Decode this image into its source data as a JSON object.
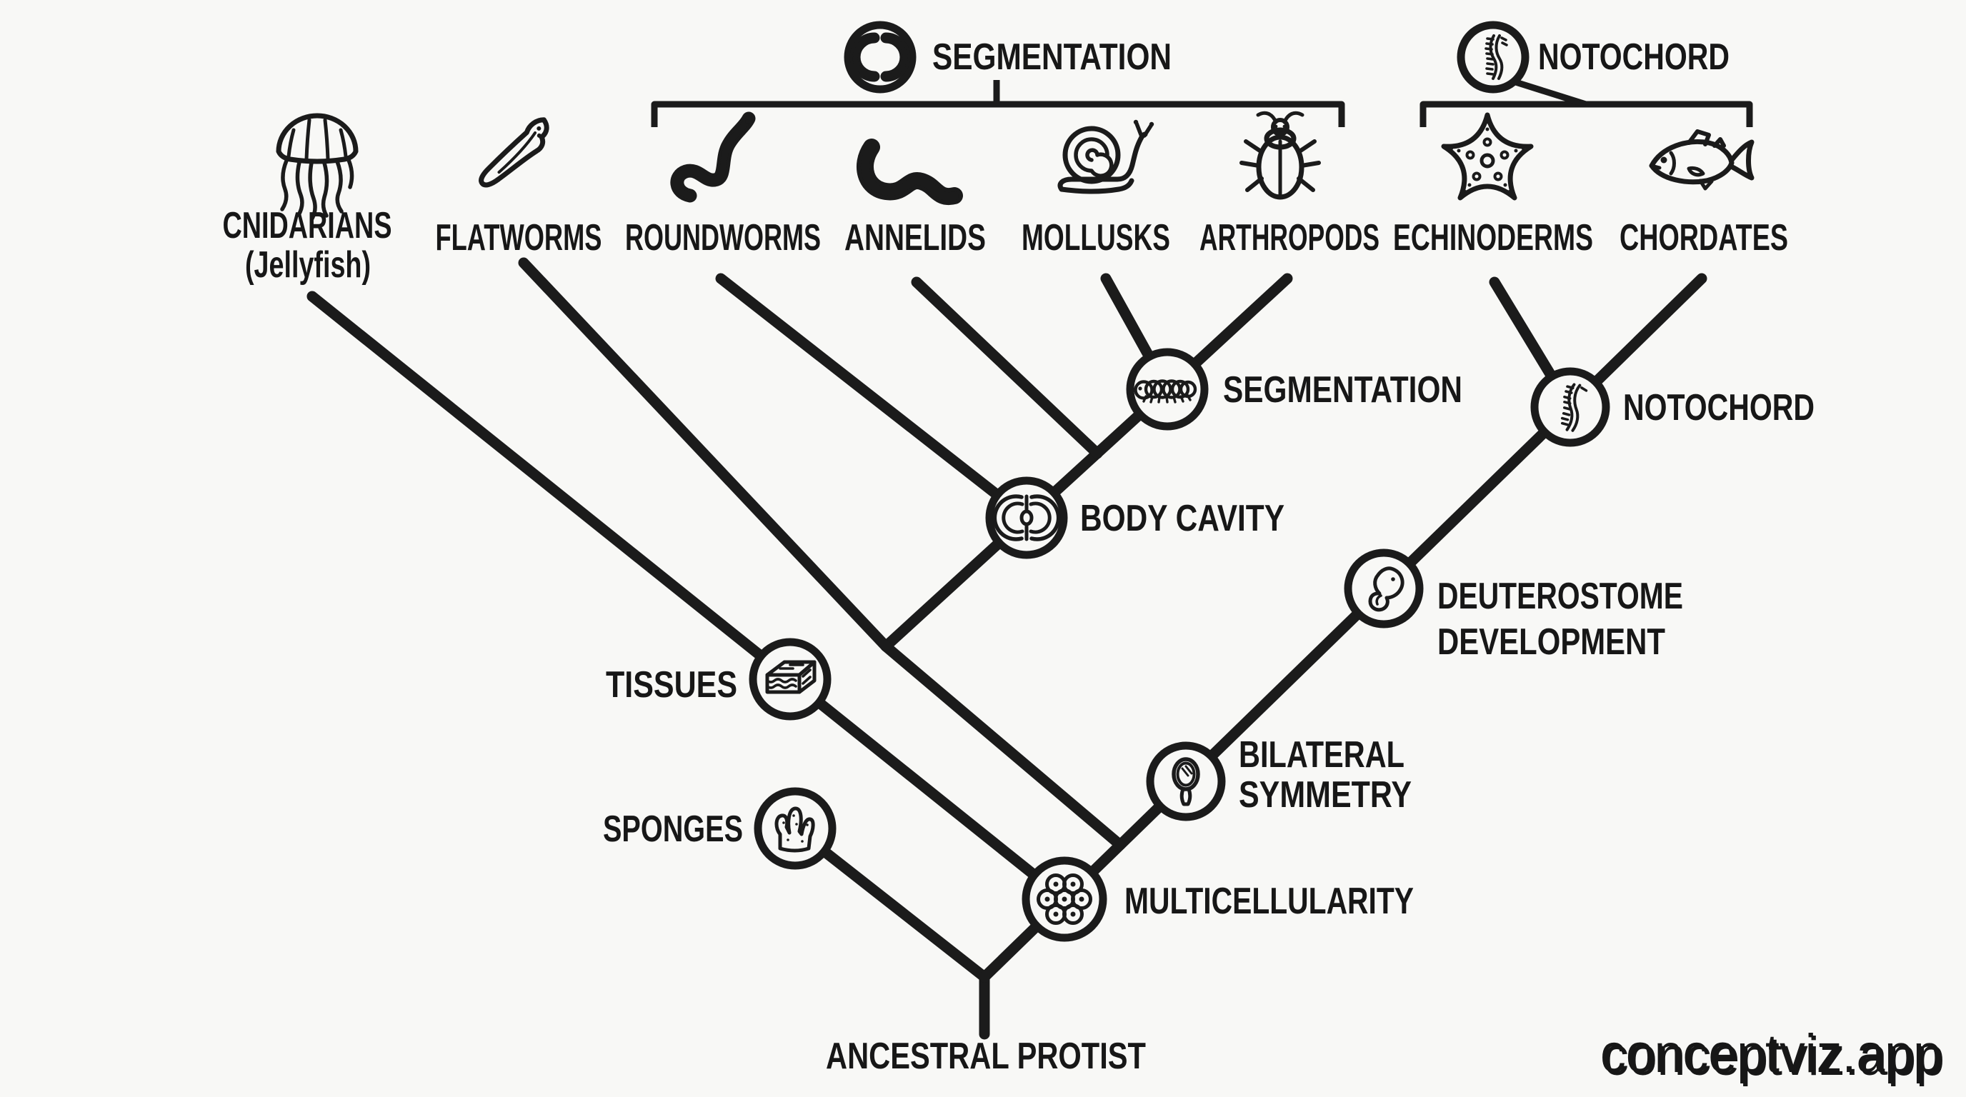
{
  "diagram_title": "Animal phylogeny cladogram",
  "colors": {
    "ink": "#1b1b1b",
    "background": "#f8f8f6",
    "watermark": "#d9d9d9",
    "watermark_shadow": "#b3b3b3"
  },
  "headers": {
    "segmentation": {
      "label": "SEGMENTATION",
      "icon": "segmented-ring-icon",
      "spans": [
        "ROUNDWORMS",
        "ANNELIDS",
        "MOLLUSKS",
        "ARTHROPODS"
      ]
    },
    "notochord": {
      "label": "NOTOCHORD",
      "icon": "spine-icon",
      "spans": [
        "ECHINODERMS",
        "CHORDATES"
      ]
    }
  },
  "taxa": {
    "cnidarians": {
      "line1": "CNIDARIANS",
      "line2": "(Jellyfish)",
      "icon": "jellyfish-icon"
    },
    "flatworms": {
      "label": "FLATWORMS",
      "icon": "flatworm-icon"
    },
    "roundworms": {
      "label": "ROUNDWORMS",
      "icon": "roundworm-icon"
    },
    "annelids": {
      "label": "ANNELIDS",
      "icon": "segmented-worm-icon"
    },
    "mollusks": {
      "label": "MOLLUSKS",
      "icon": "snail-icon"
    },
    "arthropods": {
      "label": "ARTHROPODS",
      "icon": "beetle-icon"
    },
    "echinoderms": {
      "label": "ECHINODERMS",
      "icon": "starfish-icon"
    },
    "chordates": {
      "label": "CHORDATES",
      "icon": "fish-icon"
    },
    "sponges": {
      "label": "SPONGES",
      "icon": "sponge-icon"
    }
  },
  "traits": {
    "multicellularity": {
      "label": "MULTICELLULARITY",
      "icon": "cell-cluster-icon"
    },
    "tissues": {
      "label": "TISSUES",
      "icon": "tissue-layers-icon"
    },
    "bilateral_symmetry": {
      "line1": "BILATERAL",
      "line2": "SYMMETRY",
      "icon": "hand-mirror-icon"
    },
    "body_cavity": {
      "label": "BODY CAVITY",
      "icon": "body-cavity-rings-icon"
    },
    "segmentation": {
      "label": "SEGMENTATION",
      "icon": "caterpillar-icon"
    },
    "deuterostome": {
      "line1": "DEUTEROSTOME",
      "line2": "DEVELOPMENT",
      "icon": "embryo-icon"
    },
    "notochord": {
      "label": "NOTOCHORD",
      "icon": "spine-icon"
    }
  },
  "root": {
    "label": "ANCESTRAL PROTIST"
  },
  "watermark": {
    "text": "conceptviz.app"
  }
}
